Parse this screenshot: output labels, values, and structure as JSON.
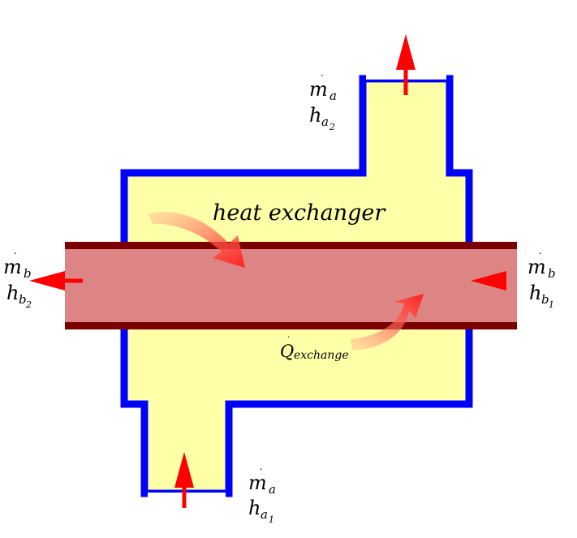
{
  "diagram": {
    "title": "heat exchanger",
    "heat_label": {
      "base": "Q",
      "dot": "˙",
      "subscript": "exchange"
    },
    "stream_a_in": {
      "mass_flow": "m",
      "mass_sub": "a",
      "dot": "˙",
      "enthalpy": "h",
      "enthalpy_sub": "a",
      "enthalpy_subsub": "1"
    },
    "stream_a_out": {
      "mass_flow": "m",
      "mass_sub": "a",
      "dot": "˙",
      "enthalpy": "h",
      "enthalpy_sub": "a",
      "enthalpy_subsub": "2"
    },
    "stream_b_in": {
      "mass_flow": "m",
      "mass_sub": "b",
      "dot": "˙",
      "enthalpy": "h",
      "enthalpy_sub": "b",
      "enthalpy_subsub": "1"
    },
    "stream_b_out": {
      "mass_flow": "m",
      "mass_sub": "b",
      "dot": "˙",
      "enthalpy": "h",
      "enthalpy_sub": "b",
      "enthalpy_subsub": "2"
    }
  },
  "colors": {
    "shell_fill": "#ffffa8",
    "shell_wall": "#0000ff",
    "pipe_fill": "#dd8484",
    "pipe_wall": "#7a0000",
    "flow_arrow": "#ff0000",
    "heat_arrow": "#ff3a3a"
  }
}
